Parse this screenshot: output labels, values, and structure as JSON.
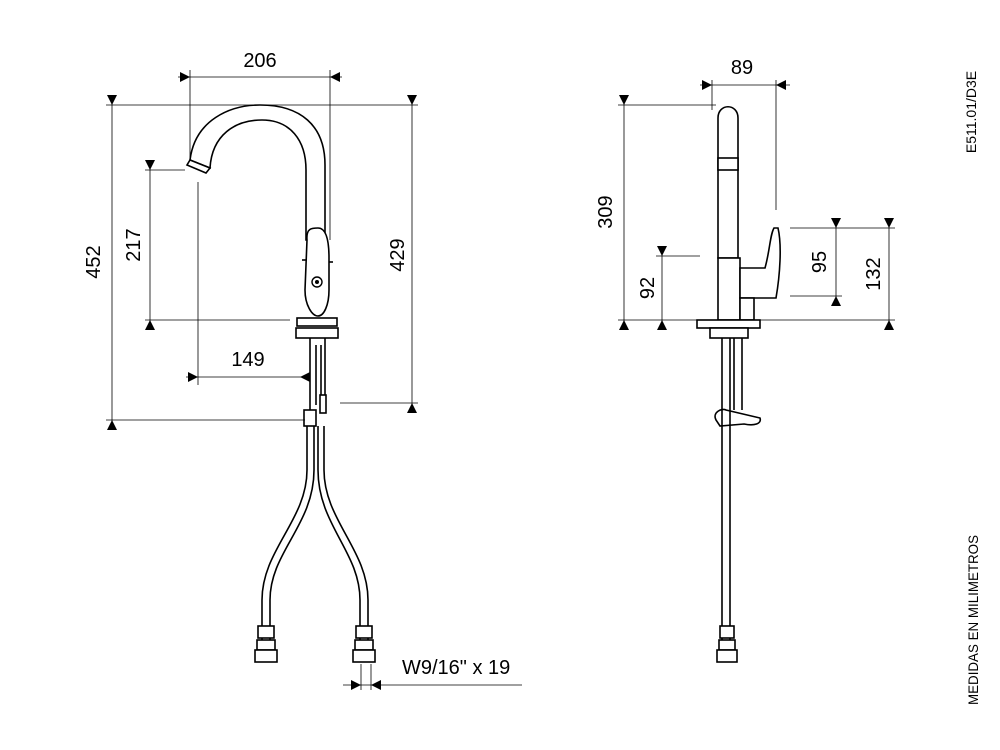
{
  "front_view": {
    "dim_spout_reach": "206",
    "dim_total_height": "452",
    "dim_spout_outlet_height": "217",
    "dim_height_to_top": "429",
    "dim_centre_to_outlet": "149",
    "hose_connection": "W9/16\" x 19"
  },
  "side_view": {
    "dim_width": "89",
    "dim_height_above_deck": "309",
    "dim_lever_height": "92",
    "dim_lever_top": "95",
    "dim_lever_overall": "132"
  },
  "sheet": {
    "reference": "E511.01/D3E",
    "units_note": "MEDIDAS EN MILIMETROS"
  }
}
